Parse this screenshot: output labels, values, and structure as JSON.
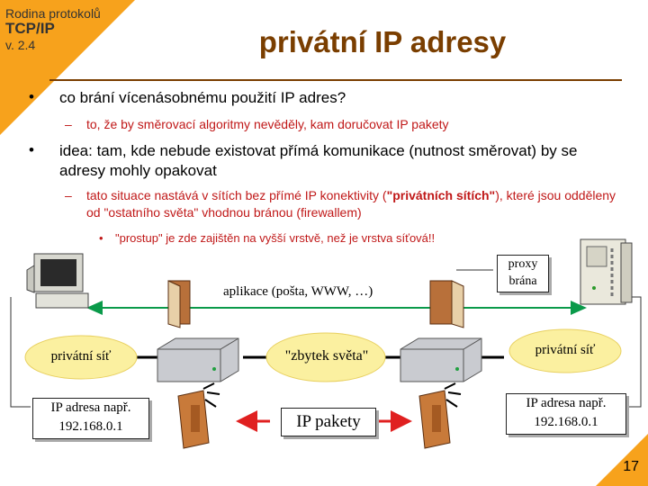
{
  "header": {
    "series": "Rodina protokolů",
    "protocol": "TCP/IP",
    "version": "v. 2.4",
    "title": "privátní IP adresy"
  },
  "colors": {
    "accent_orange": "#f7a21c",
    "title_brown": "#7a3e00",
    "sub_red": "#c01818",
    "line_green": "#0a9a4a",
    "arrow_red": "#e02020"
  },
  "bullets": {
    "q1": "co brání vícenásobnému použití IP adres?",
    "a1": "to, že by směrovací algoritmy nevěděly, kam doručovat IP pakety",
    "q2": "idea: tam, kde nebude existovat přímá komunikace (nutnost  směrovat) by se adresy mohly opakovat",
    "a2_pre": "tato situace nastává v sítích bez přímé IP konektivity (",
    "a2_bold": "\"privátních sítích\"",
    "a2_post": "), které jsou odděleny od \"ostatního světa\" vhodnou bránou (firewallem)",
    "a3": "\"prostup\" je zde zajištěn na vyšší vrstvě, než je vrstva síťová!!"
  },
  "diagram": {
    "proxy_label": "proxy brána",
    "app_label": "aplikace (pošta, WWW, …)",
    "private_left": "privátní síť",
    "private_right": "privátní síť",
    "world": "\"zbytek světa\"",
    "ip_left": "IP adresa např. 192.168.0.1",
    "ip_right": "IP adresa např. 192.168.0.1",
    "packets": "IP pakety"
  },
  "page_number": "17",
  "icons": [
    "computer-icon",
    "server-tower-icon",
    "router-icon",
    "open-door-icon",
    "closed-door-icon"
  ]
}
